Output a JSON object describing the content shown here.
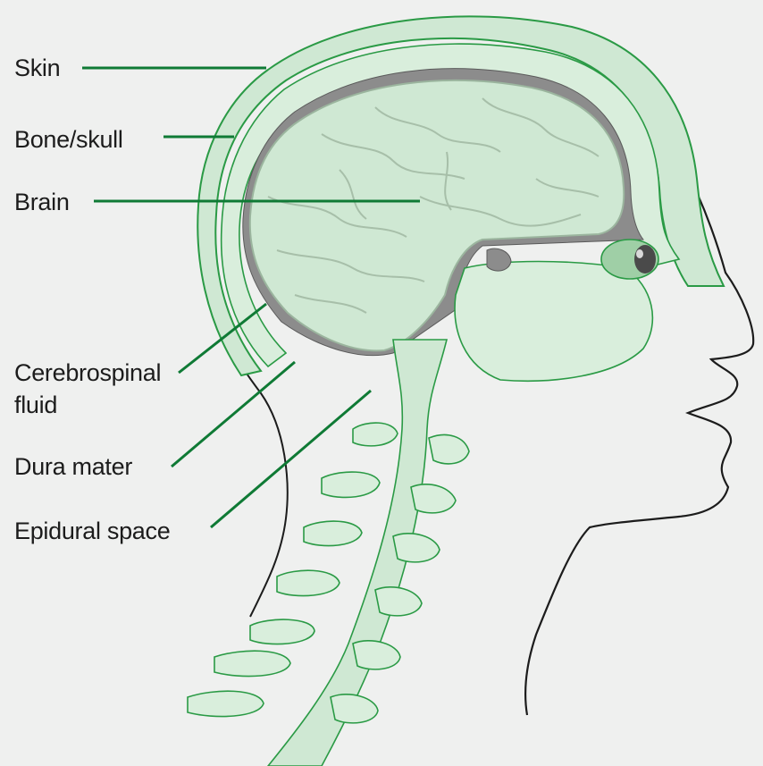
{
  "labels": {
    "skin": "Skin",
    "bone": "Bone/skull",
    "brain": "Brain",
    "csf_line1": "Cerebrospinal",
    "csf_line2": "fluid",
    "dura": "Dura mater",
    "epidural": "Epidural space"
  },
  "colors": {
    "background": "#eff0ef",
    "tissue_fill": "#cfe8d3",
    "outline_green": "#2a9a45",
    "leader_green": "#0f7a35",
    "csf_grey": "#8c8c8c",
    "ink": "#1c1c1c"
  }
}
